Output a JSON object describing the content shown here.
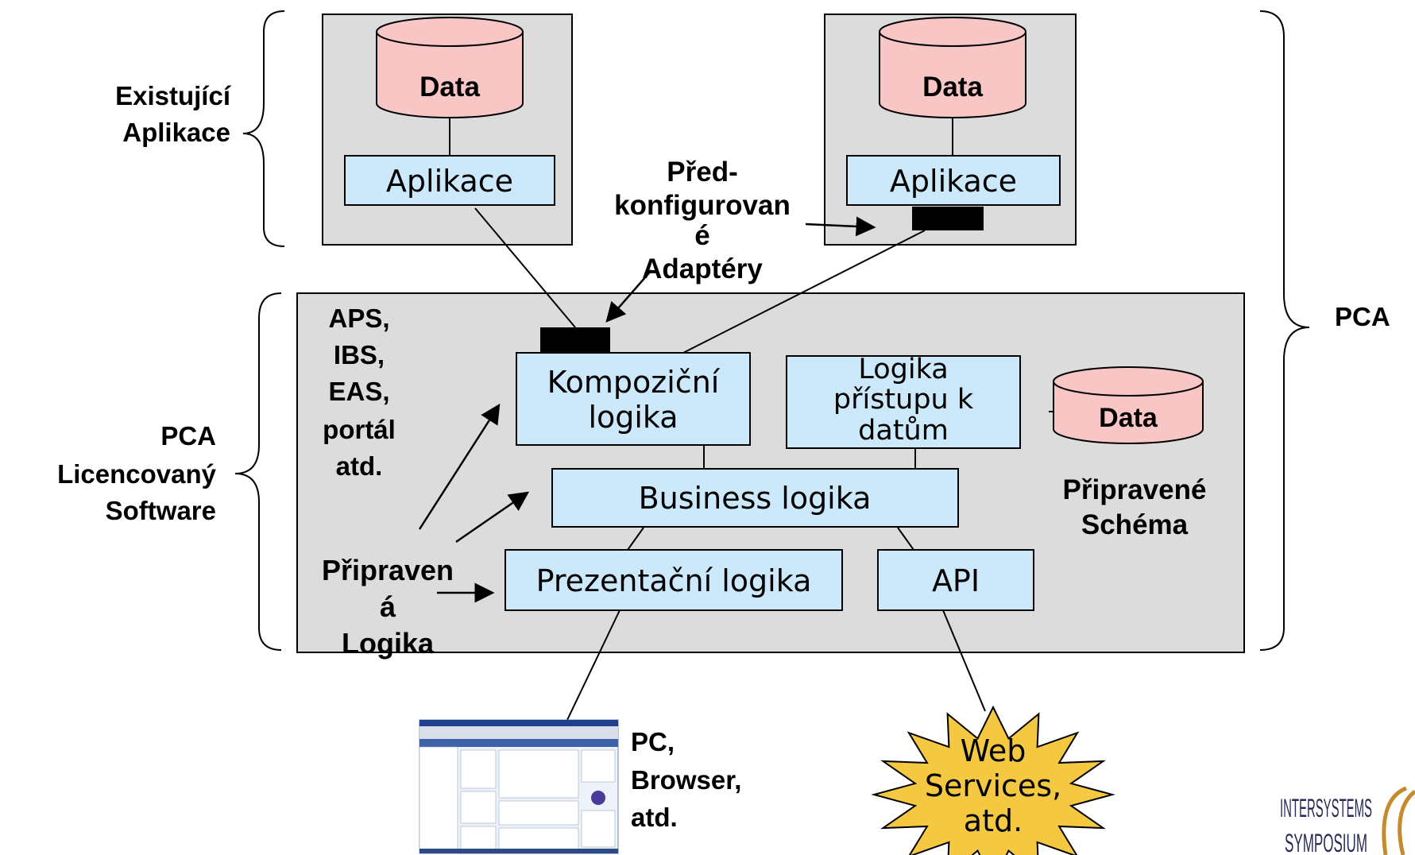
{
  "brace_labels": {
    "existing_apps": [
      "Existující",
      "Aplikace"
    ],
    "licensed_software": [
      "PCA",
      "Licencovaný",
      "Software"
    ],
    "pca": "PCA"
  },
  "top_left": {
    "db": "Data",
    "app": "Aplikace"
  },
  "top_right": {
    "db": "Data",
    "app": "Aplikace"
  },
  "adapters_label": [
    "Před-",
    "konfigurovan",
    "é",
    "Adaptéry"
  ],
  "products_label": [
    "APS,",
    "IBS,",
    "EAS,",
    "portál",
    "atd."
  ],
  "composition_logic": [
    "Kompoziční",
    "logika"
  ],
  "data_access_logic": [
    "Logika",
    "přístupu k",
    "datům"
  ],
  "schema_db": "Data",
  "schema_label": [
    "Připravené",
    "Schéma"
  ],
  "business_logic": "Business logika",
  "presentation_logic": "Prezentační logika",
  "api": "API",
  "ready_logic_label": [
    "Připraven",
    "á",
    "Logika"
  ],
  "pc_label": [
    "PC,",
    "Browser,",
    "atd."
  ],
  "web_services": [
    "Web",
    "Services,",
    "atd."
  ],
  "logo": [
    "INTERSYSTEMS",
    "SYMPOSIUM"
  ],
  "colors": {
    "panel": "#dcdcdc",
    "box": "#cce8fb",
    "db": "#f9c6c6",
    "star": "#f5c842",
    "adapter": "#000000"
  }
}
